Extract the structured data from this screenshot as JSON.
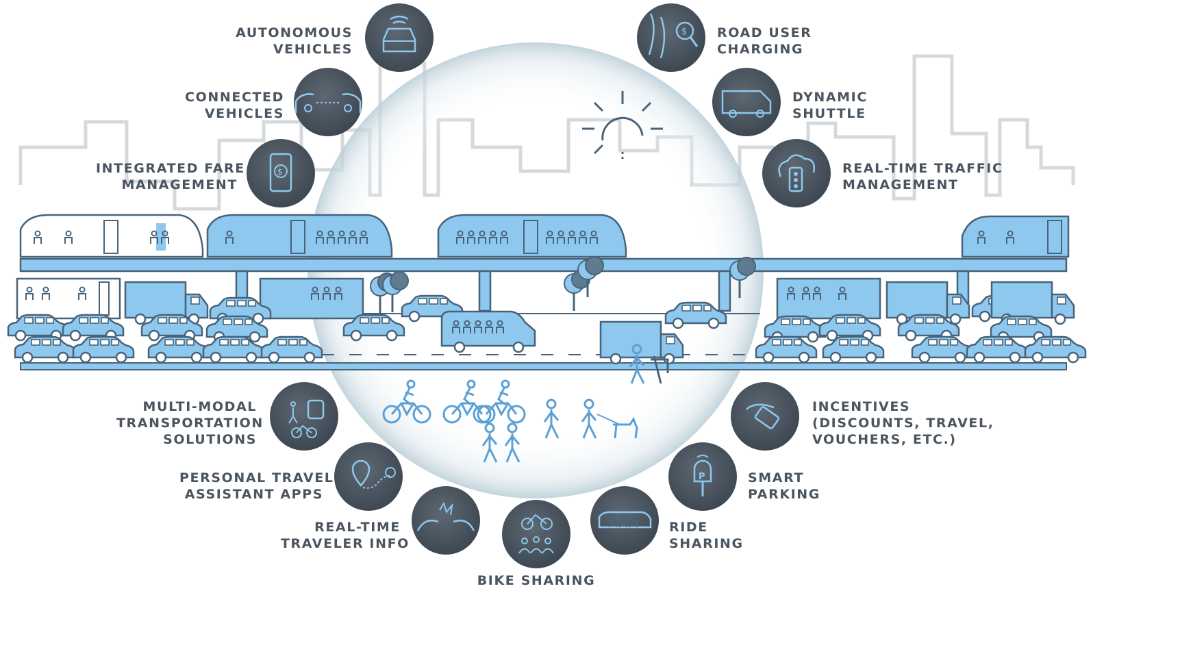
{
  "colors": {
    "accent": "#8fc8ee",
    "line": "#47637a",
    "icon_circle": "#4b5662",
    "text": "#4a5560",
    "skyline": "#d6d9dc"
  },
  "icons": {
    "autonomous_vehicles": "car-wifi-icon",
    "connected_vehicles": "connected-cars-icon",
    "integrated_fare": "phone-dollar-icon",
    "road_user_charging": "road-dollar-icon",
    "dynamic_shuttle": "van-icon",
    "realtime_traffic": "cloud-traffic-light-icon",
    "multimodal": "walk-train-bike-icon",
    "travel_apps": "map-pin-route-icon",
    "traveler_info": "crash-icon",
    "bike_sharing": "bike-people-icon",
    "ride_sharing": "ride-share-icon",
    "smart_parking": "parking-meter-icon",
    "incentives": "hand-card-icon",
    "sun": "sun-icon"
  },
  "labels": {
    "autonomous_vehicles": [
      "AUTONOMOUS",
      "VEHICLES"
    ],
    "connected_vehicles": [
      "CONNECTED",
      "VEHICLES"
    ],
    "integrated_fare": [
      "INTEGRATED FARE",
      "MANAGEMENT"
    ],
    "road_user_charging": [
      "ROAD USER",
      "CHARGING"
    ],
    "dynamic_shuttle": [
      "DYNAMIC",
      "SHUTTLE"
    ],
    "realtime_traffic": [
      "REAL-TIME TRAFFIC",
      "MANAGEMENT"
    ],
    "multimodal": [
      "MULTI-MODAL",
      "TRANSPORTATION",
      "SOLUTIONS"
    ],
    "travel_apps": [
      "PERSONAL TRAVEL",
      "ASSISTANT APPS"
    ],
    "traveler_info": [
      "REAL-TIME",
      "TRAVELER INFO"
    ],
    "bike_sharing": [
      "BIKE SHARING"
    ],
    "ride_sharing": [
      "RIDE",
      "SHARING"
    ],
    "smart_parking": [
      "SMART",
      "PARKING"
    ],
    "incentives": [
      "INCENTIVES",
      "(DISCOUNTS, TRAVEL,",
      "VOUCHERS, ETC.)"
    ]
  }
}
